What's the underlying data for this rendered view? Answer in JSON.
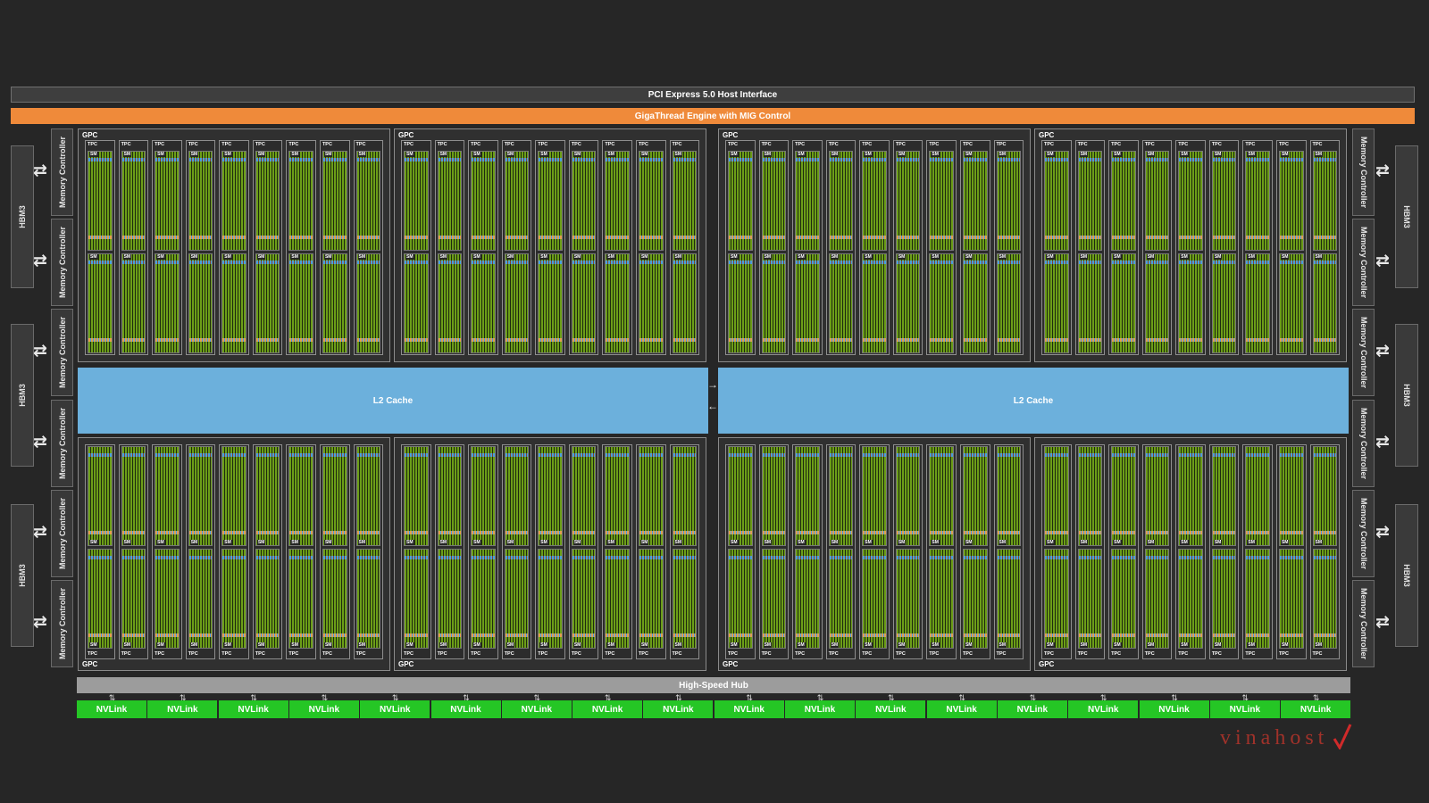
{
  "pcie": "PCI Express 5.0 Host Interface",
  "giga": "GigaThread Engine with MIG Control",
  "hub": "High-Speed Hub",
  "l2": "L2 Cache",
  "hbm": "HBM3",
  "memory_controller": "Memory Controller",
  "gpc": "GPC",
  "tpc": "TPC",
  "sm": "SM",
  "nvlink": "NVLink",
  "nvlink_count": 18,
  "tpcs_per_gpc": 9,
  "gpc_count": 8,
  "logo_text": "vinahost",
  "colors": {
    "background": "#262626",
    "giga_engine": "#ef8a3a",
    "l2_cache": "#6cb0dc",
    "nvlink": "#25c625",
    "hub": "#9c9c9c",
    "sm_core": "#6c9e18",
    "logo": "#a0322a"
  }
}
